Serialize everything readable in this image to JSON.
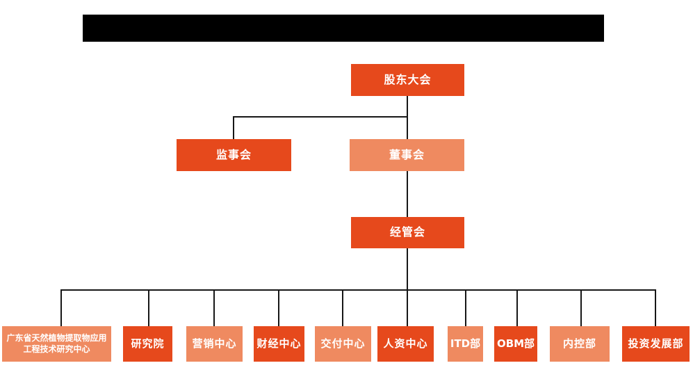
{
  "colors": {
    "dark_orange": "#e6491c",
    "light_orange": "#ef8a60",
    "node_text": "#ffffff",
    "line_color": "#161616",
    "title_bar_fill": "#000000",
    "background": "#ffffff"
  },
  "org_chart": {
    "root": {
      "label": "股东大会",
      "variant": "dark"
    },
    "level2": [
      {
        "id": "supervisory-board",
        "label": "监事会",
        "variant": "dark"
      },
      {
        "id": "board-of-directors",
        "label": "董事会",
        "variant": "light"
      }
    ],
    "level3": [
      {
        "id": "management-committee",
        "label": "经管会",
        "variant": "dark"
      }
    ],
    "departments": [
      {
        "id": "gd-natural-plant-extract-research-center",
        "label": "广东省天然植物提取物应用工程技术研究中心",
        "variant": "light"
      },
      {
        "id": "research-institute",
        "label": "研究院",
        "variant": "dark"
      },
      {
        "id": "marketing-center",
        "label": "营销中心",
        "variant": "light"
      },
      {
        "id": "finance-center",
        "label": "财经中心",
        "variant": "dark"
      },
      {
        "id": "delivery-center",
        "label": "交付中心",
        "variant": "light"
      },
      {
        "id": "hr-center",
        "label": "人资中心",
        "variant": "dark"
      },
      {
        "id": "itd-department",
        "label": "ITD部",
        "variant": "light"
      },
      {
        "id": "obm-department",
        "label": "OBM部",
        "variant": "dark"
      },
      {
        "id": "internal-control-dept",
        "label": "内控部",
        "variant": "light"
      },
      {
        "id": "investment-development-dept",
        "label": "投资发展部",
        "variant": "dark"
      }
    ]
  }
}
